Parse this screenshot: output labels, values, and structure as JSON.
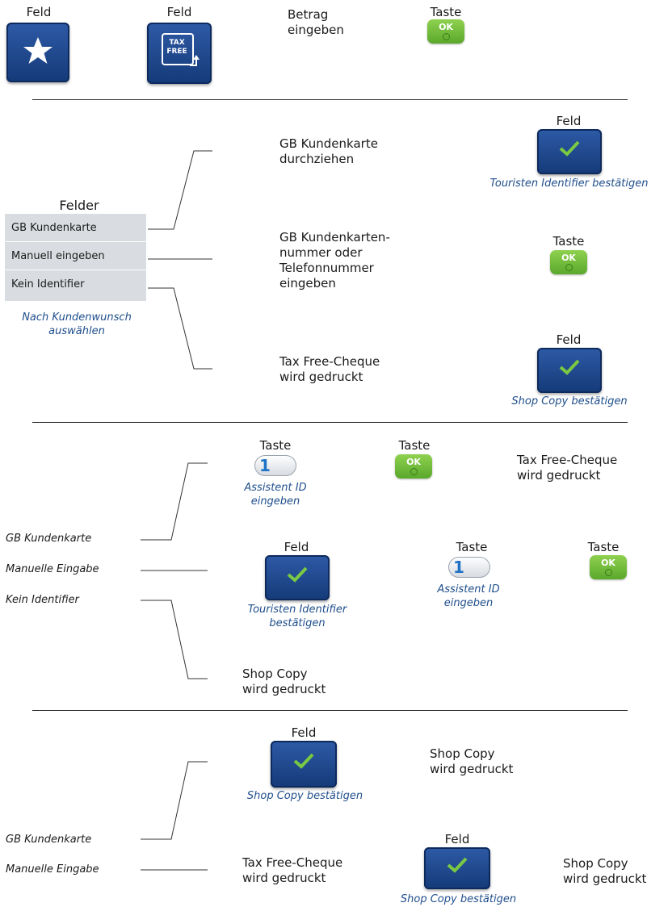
{
  "row1": {
    "feld1_label": "Feld",
    "feld2_label": "Feld",
    "betrag_text": "Betrag\neingeben",
    "taste_label": "Taste",
    "taxfree_icon_text": "TAX\nFREE"
  },
  "ok_key_label": "OK",
  "number_key_label": "1",
  "section2": {
    "felder_title": "Felder",
    "menu": [
      {
        "label": "GB Kundenkarte"
      },
      {
        "label": "Manuell eingeben"
      },
      {
        "label": "Kein Identifier"
      }
    ],
    "menu_caption": "Nach Kundenwunsch\nauswählen",
    "option1_text": "GB Kundenkarte\ndurchziehen",
    "option2_text": "GB Kundenkarten-\nnummer oder\nTelefonnummer\neingeben",
    "option3_text": "Tax Free-Cheque\nwird gedruckt",
    "feld1_label": "Feld",
    "feld1_caption": "Touristen Identifier bestätigen",
    "taste_label": "Taste",
    "feld2_label": "Feld",
    "feld2_caption": "Shop Copy bestätigen"
  },
  "section3": {
    "item1": "GB Kundenkarte",
    "item2": "Manuelle Eingabe",
    "item3": "Kein Identifier",
    "taste1_label": "Taste",
    "assistent1_caption": "Assistent ID\neingeben",
    "taste2_label": "Taste",
    "taxfree_text": "Tax Free-Cheque\nwird gedruckt",
    "feld_label": "Feld",
    "feld_caption": "Touristen Identifier\nbestätigen",
    "taste3_label": "Taste",
    "assistent2_caption": "Assistent ID\neingeben",
    "taste4_label": "Taste",
    "shopcopy_text": "Shop Copy\nwird gedruckt"
  },
  "section4": {
    "item1": "GB Kundenkarte",
    "item2": "Manuelle Eingabe",
    "feld1_label": "Feld",
    "feld1_caption": "Shop Copy bestätigen",
    "shopcopy1_text": "Shop Copy\nwird gedruckt",
    "taxfree_text": "Tax Free-Cheque\nwird gedruckt",
    "feld2_label": "Feld",
    "feld2_caption": "Shop Copy bestätigen",
    "shopcopy2_text": "Shop Copy\nwird gedruckt"
  },
  "colors": {
    "field_blue": "#1f4a94",
    "caption_blue": "#1f4e8c",
    "check_green": "#7ac943",
    "ok_green": "#6bbf3a",
    "menu_gray": "#d9dde1"
  }
}
